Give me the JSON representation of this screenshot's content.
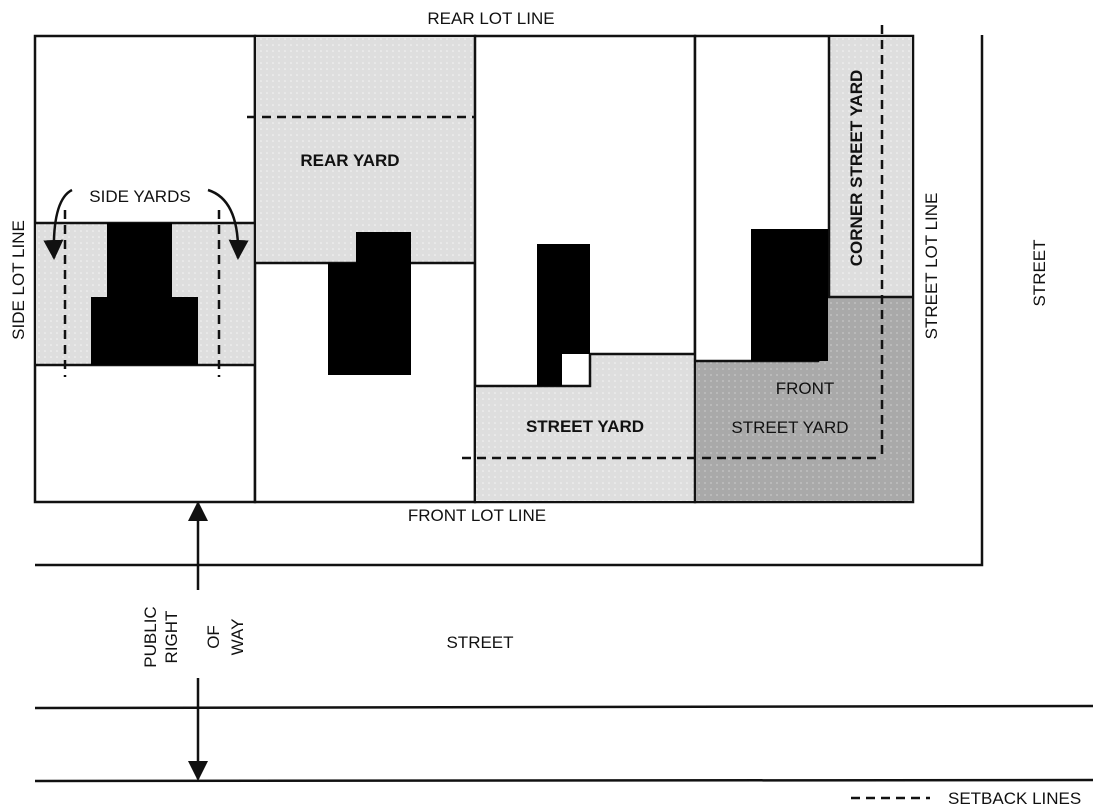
{
  "labels": {
    "rear_lot_line": "REAR LOT LINE",
    "front_lot_line": "FRONT LOT LINE",
    "side_lot_line": "SIDE LOT LINE",
    "street_lot_line": "STREET LOT LINE",
    "street_right": "STREET",
    "street_bottom": "STREET",
    "side_yards": "SIDE YARDS",
    "rear_yard": "REAR YARD",
    "street_yard": "STREET YARD",
    "front_street_yard_line1": "FRONT",
    "front_street_yard_line2": "STREET YARD",
    "corner_street_yard": "CORNER STREET YARD",
    "public_right_of_way": [
      "PUBLIC",
      "RIGHT",
      "OF",
      "WAY"
    ],
    "legend_setback": "SETBACK LINES"
  },
  "colors": {
    "yard_light": "#dedede",
    "yard_dark": "#a9a9a9",
    "building": "#000000",
    "line": "#111111"
  }
}
